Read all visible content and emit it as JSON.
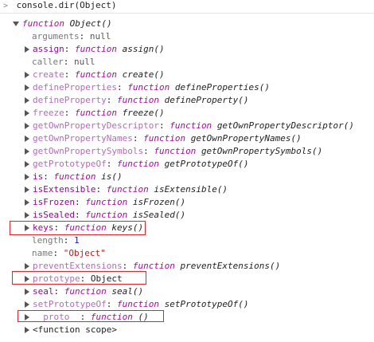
{
  "command": {
    "prompt_glyph": ">",
    "text": "console.dir(Object)"
  },
  "root": {
    "keyword": "function",
    "name": "Object()"
  },
  "props": {
    "arguments": {
      "key": "arguments",
      "value": "null"
    },
    "assign": {
      "key": "assign",
      "kw": "function",
      "fn": "assign()"
    },
    "caller": {
      "key": "caller",
      "value": "null"
    },
    "create": {
      "key": "create",
      "kw": "function",
      "fn": "create()"
    },
    "defineProperties": {
      "key": "defineProperties",
      "kw": "function",
      "fn": "defineProperties()"
    },
    "defineProperty": {
      "key": "defineProperty",
      "kw": "function",
      "fn": "defineProperty()"
    },
    "freeze": {
      "key": "freeze",
      "kw": "function",
      "fn": "freeze()"
    },
    "getOwnPropertyDescriptor": {
      "key": "getOwnPropertyDescriptor",
      "kw": "function",
      "fn": "getOwnPropertyDescriptor()"
    },
    "getOwnPropertyNames": {
      "key": "getOwnPropertyNames",
      "kw": "function",
      "fn": "getOwnPropertyNames()"
    },
    "getOwnPropertySymbols": {
      "key": "getOwnPropertySymbols",
      "kw": "function",
      "fn": "getOwnPropertySymbols()"
    },
    "getPrototypeOf": {
      "key": "getPrototypeOf",
      "kw": "function",
      "fn": "getPrototypeOf()"
    },
    "is": {
      "key": "is",
      "kw": "function",
      "fn": "is()"
    },
    "isExtensible": {
      "key": "isExtensible",
      "kw": "function",
      "fn": "isExtensible()"
    },
    "isFrozen": {
      "key": "isFrozen",
      "kw": "function",
      "fn": "isFrozen()"
    },
    "isSealed": {
      "key": "isSealed",
      "kw": "function",
      "fn": "isSealed()"
    },
    "keys": {
      "key": "keys",
      "kw": "function",
      "fn": "keys()"
    },
    "length": {
      "key": "length",
      "value": "1"
    },
    "name": {
      "key": "name",
      "value": "\"Object\""
    },
    "preventExtensions": {
      "key": "preventExtensions",
      "kw": "function",
      "fn": "preventExtensions()"
    },
    "prototype": {
      "key": "prototype",
      "value": "Object"
    },
    "seal": {
      "key": "seal",
      "kw": "function",
      "fn": "seal()"
    },
    "setPrototypeOf": {
      "key": "setPrototypeOf",
      "kw": "function",
      "fn": "setPrototypeOf()"
    },
    "proto": {
      "key": "__proto__",
      "kw": "function",
      "fn": "()"
    },
    "scope": {
      "label": "<function scope>"
    }
  },
  "colors": {
    "highlight_box": "#e0252b",
    "keyword": "#a40d96",
    "string": "#c41a16",
    "number": "#1a1aa6"
  }
}
